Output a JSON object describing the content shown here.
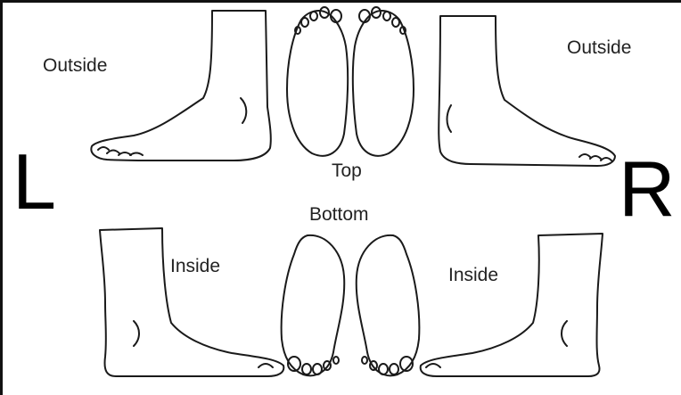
{
  "labels": {
    "left_outside": "Outside",
    "right_outside": "Outside",
    "top": "Top",
    "bottom": "Bottom",
    "left_inside": "Inside",
    "right_inside": "Inside",
    "left_letter": "L",
    "right_letter": "R"
  },
  "colors": {
    "line": "#1a1a1a",
    "background": "#ffffff"
  }
}
